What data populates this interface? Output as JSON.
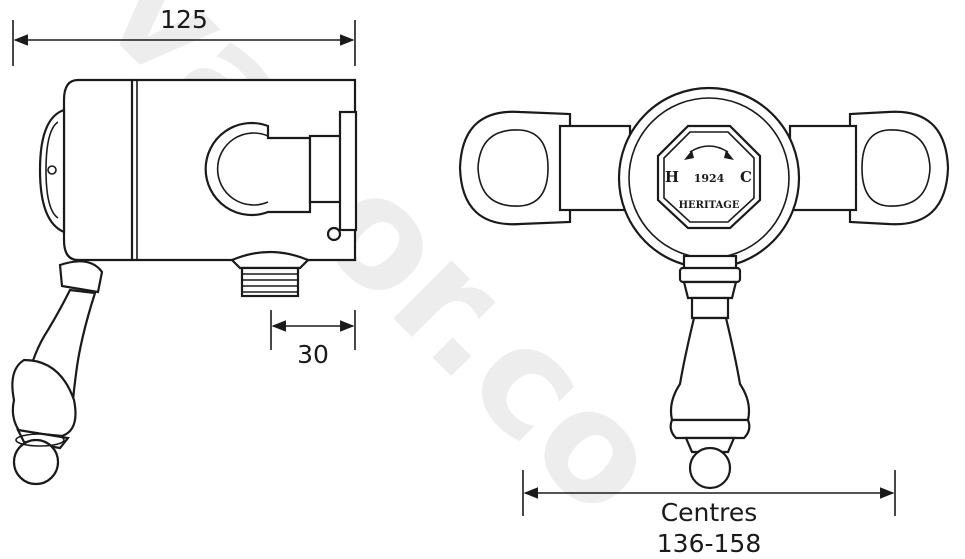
{
  "dimensions": {
    "overall_depth": "125",
    "outlet_projection": "30",
    "centres_label": "Centres",
    "centres_range": "136-158"
  },
  "dial": {
    "hot_label": "H",
    "cold_label": "C",
    "year": "1924",
    "brand": "HERITAGE"
  },
  "watermark": {
    "text": "vapor.co"
  }
}
